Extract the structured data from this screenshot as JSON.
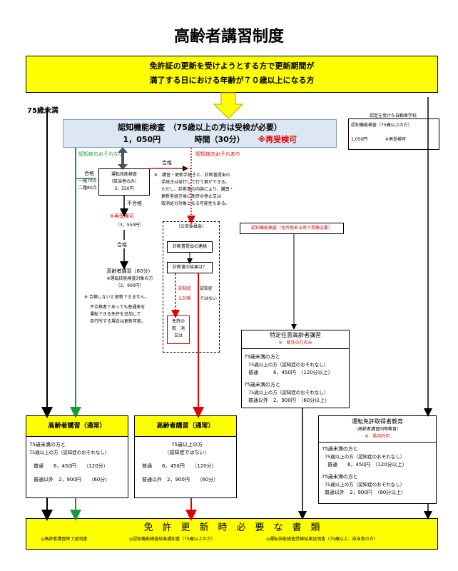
{
  "title": "高齢者講習制度",
  "top_box": {
    "line1": "免許証の更新を受けようとする方で更新期間が",
    "line2": "満了する日における年齢が７０歳以上になる方"
  },
  "under75_label": "75歳未満",
  "cognitive": {
    "title": "認知機能検査　（75歳以上の方は受検が必要）",
    "fee": "1，050円",
    "time": "時間（30分）",
    "retest": "※再受検可"
  },
  "school": {
    "header": "認定を受けた自動車学校",
    "line1": "認知機能検査（75歳以上の方）",
    "fee": "1,050円",
    "retest": "※再受検可"
  },
  "no_dementia_label": "認知症のおそれなし",
  "dementia_label": "認知症のおそれあり",
  "pass_label_mid": "合格",
  "pass_left": {
    "title": "合格",
    "line1": "一種70点",
    "line2": "二種80点"
  },
  "driving_test": {
    "line1": "運転技能検査",
    "line2": "（該当者のみ）",
    "fee": "3，550円"
  },
  "fail_label": "不合格",
  "retest_red": "※再受検可",
  "retest_fee": "（3，550円）",
  "pass_label2": "合格",
  "elderly_lecture_small": {
    "line1": "高齢者講習（60分）",
    "line2": "※運転技能検査対象の方",
    "line3": "（2，900円）"
  },
  "fail_notes": {
    "line1": "※ 合格しないと更新できません。",
    "line2": "不合格者であっても普通車を",
    "line3": "運転できる免許を追加して",
    "line4": "自行所する場合は更新可能。"
  },
  "dementia_note": {
    "line1": "※　講習・更新手続きと、診断書提出の",
    "line2": "手続きは並行して行う事ができる。",
    "line3": "ただし、診断書の内容により、講習・",
    "line4": "更新手続き後に免許の停止又は",
    "line5": "取消処分対象となる可能性もある。"
  },
  "public_safety": {
    "title": "〔公安委員会〕",
    "step1": "診断書提出の連絡",
    "step2": "診断書の結果は？",
    "dementia_yes1": "認知症",
    "dementia_yes2": "と診断",
    "dementia_no1": "認知症",
    "dementia_no2": "ではない",
    "revoke1": "免許の",
    "revoke2": "取　消",
    "revoke3": "又は"
  },
  "cognitive_local": "認知機能検査（住所地ある県で受検必要）",
  "special_lecture": {
    "title": "特定任意高齢者講習",
    "note": "※　県外の方のみ",
    "a1": "75歳未満の方と",
    "a2": "75歳以上の方（認知症のおそれなし）",
    "a3": "普通　　　6，450円　（120分以上）",
    "b1": "75歳未満の方と",
    "b2": "75歳以上の方（認知症のおそれなし）",
    "b3": "普通以外　2，900円　（60分以上）"
  },
  "lecture_left": {
    "title": "高齢者講習（通常）",
    "line1": "75歳未満の方と",
    "line2": "75歳以上の方（認知症のおそれなし）",
    "row1": "普通　　6，450円　　（120分）",
    "row2": "普通以外　2，900円　　（60分）"
  },
  "lecture_mid": {
    "title": "高齢者講習（通常）",
    "line1": "75歳以上の方",
    "line2": "（認知症ではない）",
    "row1": "普通　　6，450円　　（120分）",
    "row2": "普通以外　2，900円　　（60分）"
  },
  "driver_edu": {
    "title": "運転免許取得者教育",
    "subtitle": "（高齢者講習同等教育）",
    "note": "※　県内外可",
    "a1": "75歳未満の方と",
    "a2": "75歳以上の方（認知症のおそれなし）",
    "a3": "普通　　6，450円　（120分以上）",
    "b1": "75歳未満の方と",
    "b2": "75歳以上の方（認知症のおそれなし）",
    "b3": "普通以外　2，900円　（60分以上）"
  },
  "bottom_box": {
    "title": "免　許　更　新　時　必　要　な　書　類",
    "doc1": "◎高齢者講習終了証明書",
    "doc2": "◎認知機能検査結果通知書（75歳以上の方）",
    "doc3": "◎運転技能検査受検結果証明書（75歳以上、該当者の方）"
  },
  "colors": {
    "yellow": "#ffff00",
    "cognitive_bg": "#dde6f3",
    "green": "#1a9a3a",
    "red": "#e00000",
    "dark_arrow": "#44546a"
  }
}
